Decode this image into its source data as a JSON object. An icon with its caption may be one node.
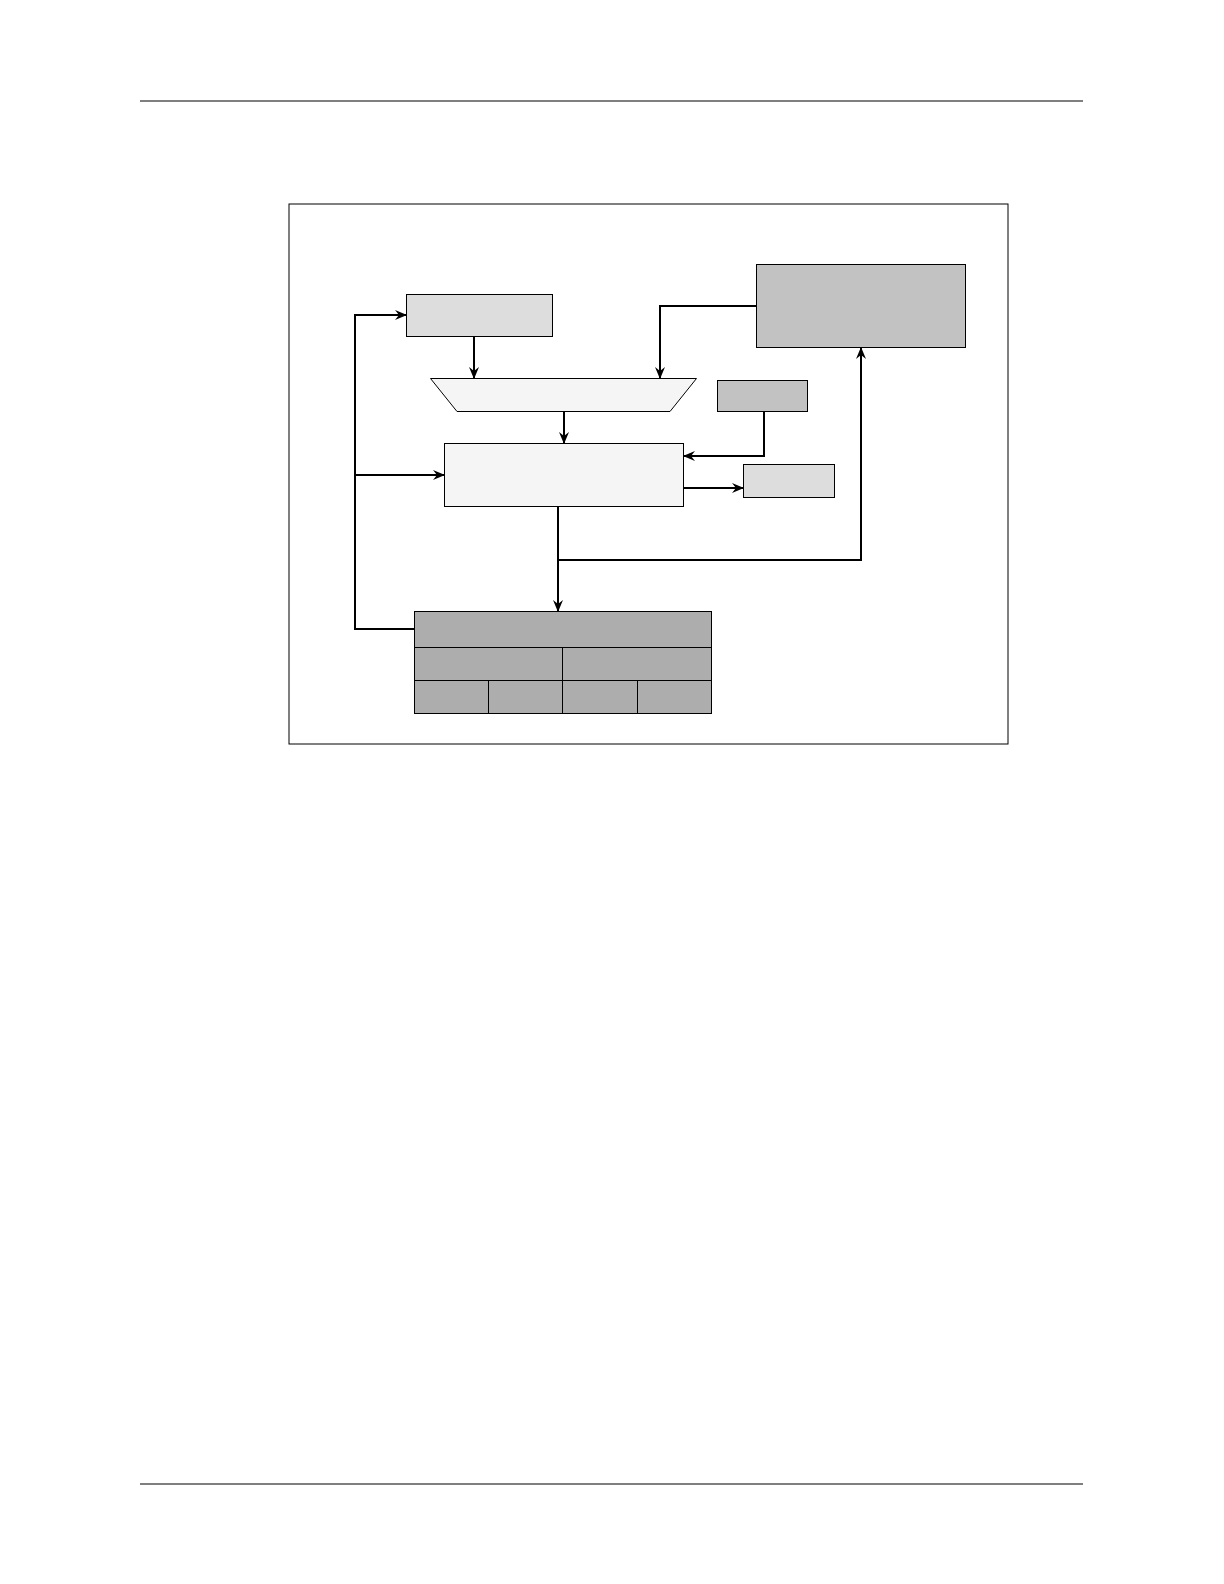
{
  "diagram": {
    "nodes": [
      {
        "text": [],
        "shape": "box"
      },
      {
        "text": [],
        "shape": "trapezoid"
      },
      {
        "text": [],
        "shape": "box"
      },
      {
        "text": [],
        "shape": "box"
      },
      {
        "text": [],
        "shape": "box"
      },
      {
        "text": [],
        "shape": "box"
      },
      {
        "text": [],
        "shape": "box"
      },
      {
        "text": [],
        "shape": "box"
      },
      {
        "text": [],
        "shape": "box"
      },
      {
        "text": [],
        "shape": "box"
      },
      {
        "text": [],
        "shape": "box"
      },
      {
        "text": [],
        "shape": "box"
      },
      {
        "text": [],
        "shape": "box"
      }
    ],
    "edges": [
      {
        "from": 4,
        "to": 6,
        "arrow": "to"
      },
      {
        "from": 4,
        "to": 2,
        "arrow": "to"
      },
      {
        "from": 6,
        "to": 0,
        "arrow": "to"
      },
      {
        "from": 6,
        "to": 4,
        "arrow": "to"
      },
      {
        "from": 0,
        "to": 1,
        "arrow": "to"
      },
      {
        "from": 2,
        "to": 1,
        "arrow": "to"
      },
      {
        "from": 1,
        "to": 4,
        "arrow": "to"
      },
      {
        "from": 3,
        "to": 4,
        "arrow": "to"
      },
      {
        "from": 4,
        "to": 5,
        "arrow": "to"
      }
    ]
  }
}
